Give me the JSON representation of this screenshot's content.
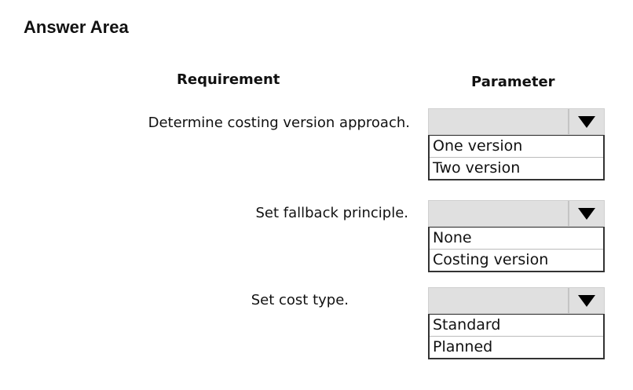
{
  "title": "Answer Area",
  "headers": {
    "requirement": "Requirement",
    "parameter": "Parameter"
  },
  "rows": [
    {
      "requirement": "Determine costing version approach.",
      "options": [
        "One version",
        "Two version"
      ]
    },
    {
      "requirement": "Set fallback principle.",
      "options": [
        "None",
        "Costing version"
      ]
    },
    {
      "requirement": "Set cost type.",
      "options": [
        "Standard",
        "Planned"
      ]
    }
  ]
}
